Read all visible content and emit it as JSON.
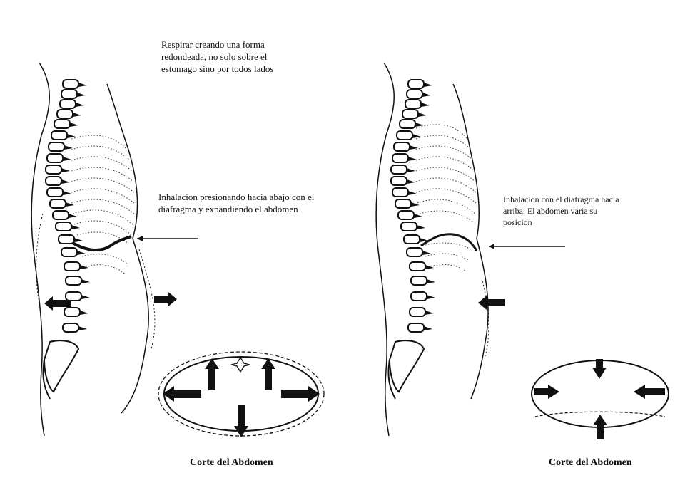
{
  "left_panel": {
    "note_top": "Respirar creando una forma redondeada, no solo sobre el estomago sino por todos lados",
    "note_mid": "Inhalacion presionando hacia abajo con el diafragma y expandiendo el  abdomen",
    "caption": "Corte del Abdomen"
  },
  "right_panel": {
    "note_mid": "Inhalacion con el  diafragma hacia arriba. El abdomen varia su posicion",
    "caption": "Corte del  Abdomen"
  }
}
